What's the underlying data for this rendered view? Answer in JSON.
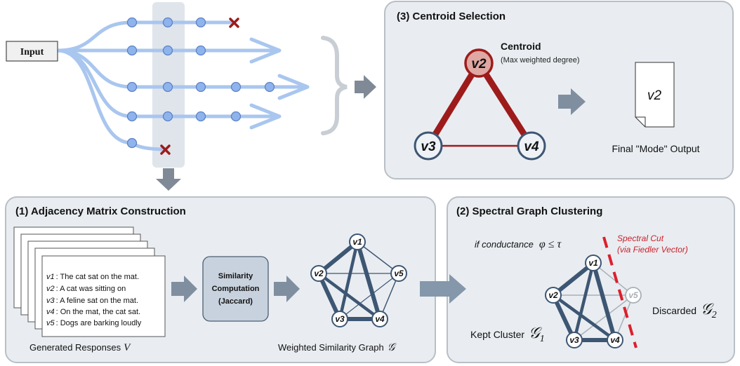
{
  "input": {
    "label": "Input"
  },
  "adjacency": {
    "title": "(1) Adjacency Matrix Construction",
    "responses": [
      {
        "id": "v1",
        "text": ": The cat sat on the mat."
      },
      {
        "id": "v2",
        "text": ": A cat was sitting on"
      },
      {
        "id": "v3",
        "text": ": A feline sat on the mat."
      },
      {
        "id": "v4",
        "text": ": On the mat, the cat sat."
      },
      {
        "id": "v5",
        "text": ": Dogs are barking loudly"
      }
    ],
    "responses_caption": "Generated Responses",
    "responses_symbol": "V",
    "similarity_line1": "Similarity",
    "similarity_line2": "Computation",
    "similarity_line3": "(Jaccard)",
    "graph_caption": "Weighted Similarity Graph",
    "graph_symbol": "𝒢",
    "nodes": [
      "v1",
      "v2",
      "v3",
      "v4",
      "v5"
    ]
  },
  "spectral": {
    "title": "(2) Spectral Graph Clustering",
    "condition": "if conductance",
    "condition_math": "φ ≤ τ",
    "cut_line1": "Spectral Cut",
    "cut_line2": "(via Fiedler Vector)",
    "kept_label": "Kept Cluster",
    "kept_symbol": "𝒢",
    "kept_sub": "1",
    "discarded_label": "Discarded",
    "discarded_symbol": "𝒢",
    "discarded_sub": "2",
    "nodes": [
      "v1",
      "v2",
      "v3",
      "v4",
      "v5"
    ]
  },
  "centroid": {
    "title": "(3) Centroid Selection",
    "centroid_label": "Centroid",
    "centroid_note": "(Max weighted degree)",
    "nodes": [
      "v2",
      "v3",
      "v4"
    ],
    "output_text": "v2",
    "output_caption": "Final \"Mode\" Output"
  },
  "colors": {
    "panel_bg": "#e9edf1",
    "panel_border": "#b9bfc6",
    "flow_blue": "#a9c6ef",
    "node_blue": "#8fb3ec",
    "edge_dark": "#3d5673",
    "centroid_red": "#9e1b1b",
    "cut_red": "#dd1f2b",
    "arrow_gray": "#7f8fa0"
  }
}
